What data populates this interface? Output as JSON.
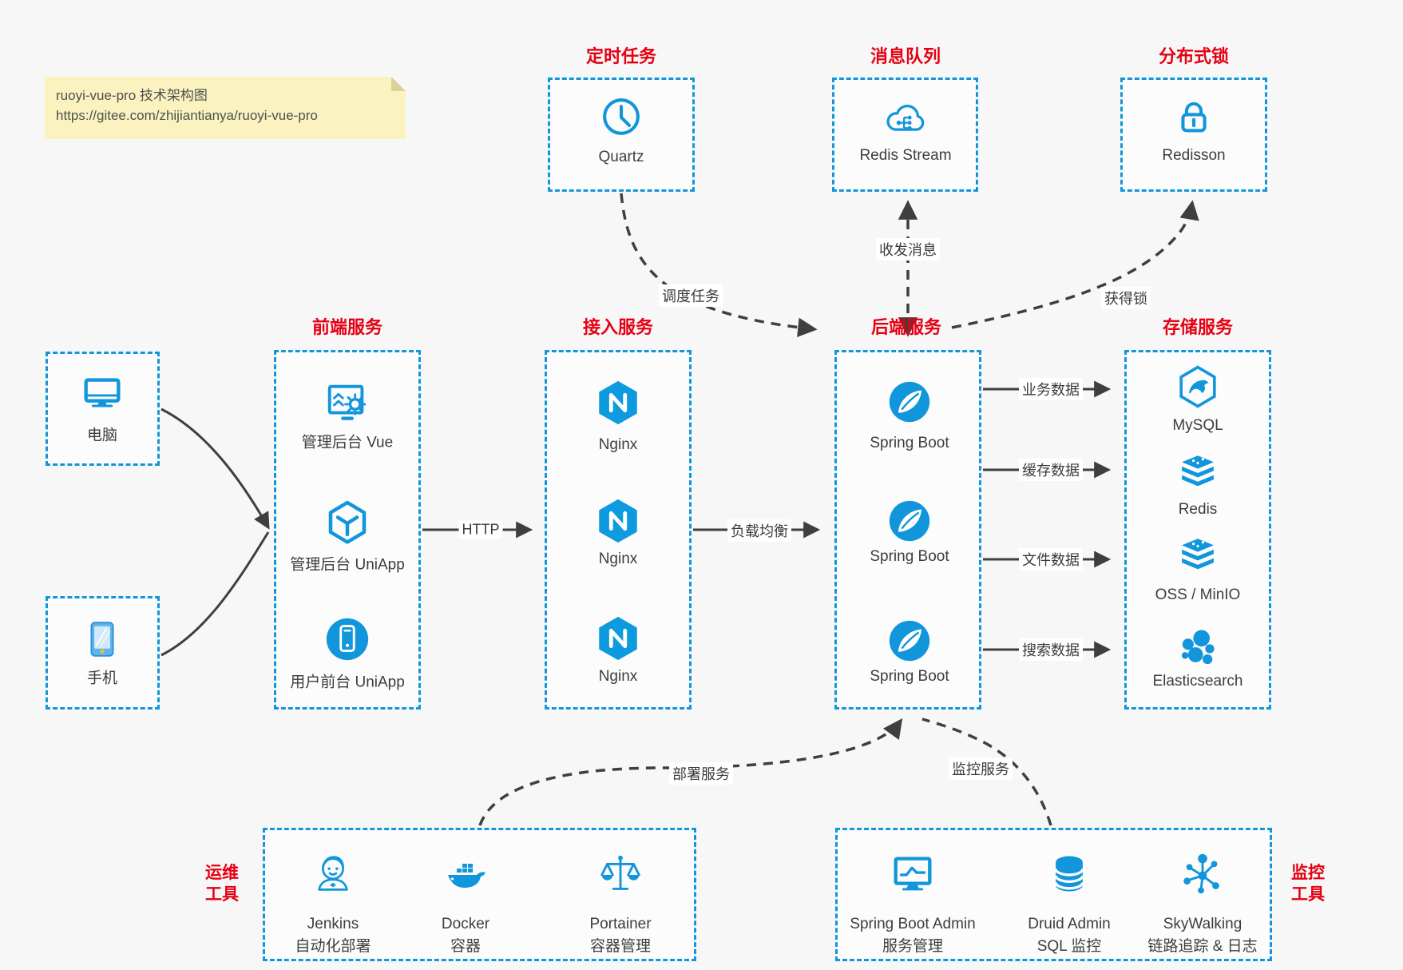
{
  "note": {
    "line1": "ruoyi-vue-pro 技术架构图",
    "line2": "https://gitee.com/zhijiantianya/ruoyi-vue-pro"
  },
  "palette": {
    "accent_blue": "#1296db",
    "title_red": "#e60012",
    "arrow_gray": "#3f3f3f",
    "note_bg": "#faf3c0",
    "canvas_bg": "#f7f7f8"
  },
  "top_groups": [
    {
      "title": "定时任务",
      "item": {
        "icon": "clock-icon",
        "label": "Quartz"
      }
    },
    {
      "title": "消息队列",
      "item": {
        "icon": "cloud-mq-icon",
        "label": "Redis Stream"
      }
    },
    {
      "title": "分布式锁",
      "item": {
        "icon": "lock-icon",
        "label": "Redisson"
      }
    }
  ],
  "clients": [
    {
      "icon": "desktop-icon",
      "label": "电脑"
    },
    {
      "icon": "phone-icon",
      "label": "手机"
    }
  ],
  "service_columns": [
    {
      "title": "前端服务",
      "items": [
        {
          "icon": "admin-vue-icon",
          "label": "管理后台 Vue"
        },
        {
          "icon": "uniapp-cube-icon",
          "label": "管理后台 UniApp"
        },
        {
          "icon": "user-app-icon",
          "label": "用户前台 UniApp"
        }
      ]
    },
    {
      "title": "接入服务",
      "items": [
        {
          "icon": "nginx-icon",
          "label": "Nginx"
        },
        {
          "icon": "nginx-icon",
          "label": "Nginx"
        },
        {
          "icon": "nginx-icon",
          "label": "Nginx"
        }
      ]
    },
    {
      "title": "后端服务",
      "items": [
        {
          "icon": "spring-icon",
          "label": "Spring Boot"
        },
        {
          "icon": "spring-icon",
          "label": "Spring Boot"
        },
        {
          "icon": "spring-icon",
          "label": "Spring Boot"
        }
      ]
    },
    {
      "title": "存储服务",
      "items": [
        {
          "icon": "mysql-icon",
          "label": "MySQL"
        },
        {
          "icon": "redis-icon",
          "label": "Redis"
        },
        {
          "icon": "oss-icon",
          "label": "OSS / MinIO"
        },
        {
          "icon": "elasticsearch-icon",
          "label": "Elasticsearch"
        }
      ]
    }
  ],
  "bottom_groups": [
    {
      "title_line1": "运维",
      "title_line2": "工具",
      "items": [
        {
          "icon": "jenkins-icon",
          "name": "Jenkins",
          "desc": "自动化部署"
        },
        {
          "icon": "docker-icon",
          "name": "Docker",
          "desc": "容器"
        },
        {
          "icon": "portainer-icon",
          "name": "Portainer",
          "desc": "容器管理"
        }
      ]
    },
    {
      "title_line1": "监控",
      "title_line2": "工具",
      "items": [
        {
          "icon": "sba-icon",
          "name": "Spring Boot Admin",
          "desc": "服务管理"
        },
        {
          "icon": "druid-icon",
          "name": "Druid Admin",
          "desc": "SQL 监控"
        },
        {
          "icon": "skywalking-icon",
          "name": "SkyWalking",
          "desc": "链路追踪 & 日志"
        }
      ]
    }
  ],
  "edge_labels": {
    "http": "HTTP",
    "load_balance": "负载均衡",
    "schedule_task": "调度任务",
    "send_receive_message": "收发消息",
    "acquire_lock": "获得锁",
    "business_data": "业务数据",
    "cache_data": "缓存数据",
    "file_data": "文件数据",
    "search_data": "搜索数据",
    "deploy_service": "部署服务",
    "monitor_service": "监控服务"
  }
}
